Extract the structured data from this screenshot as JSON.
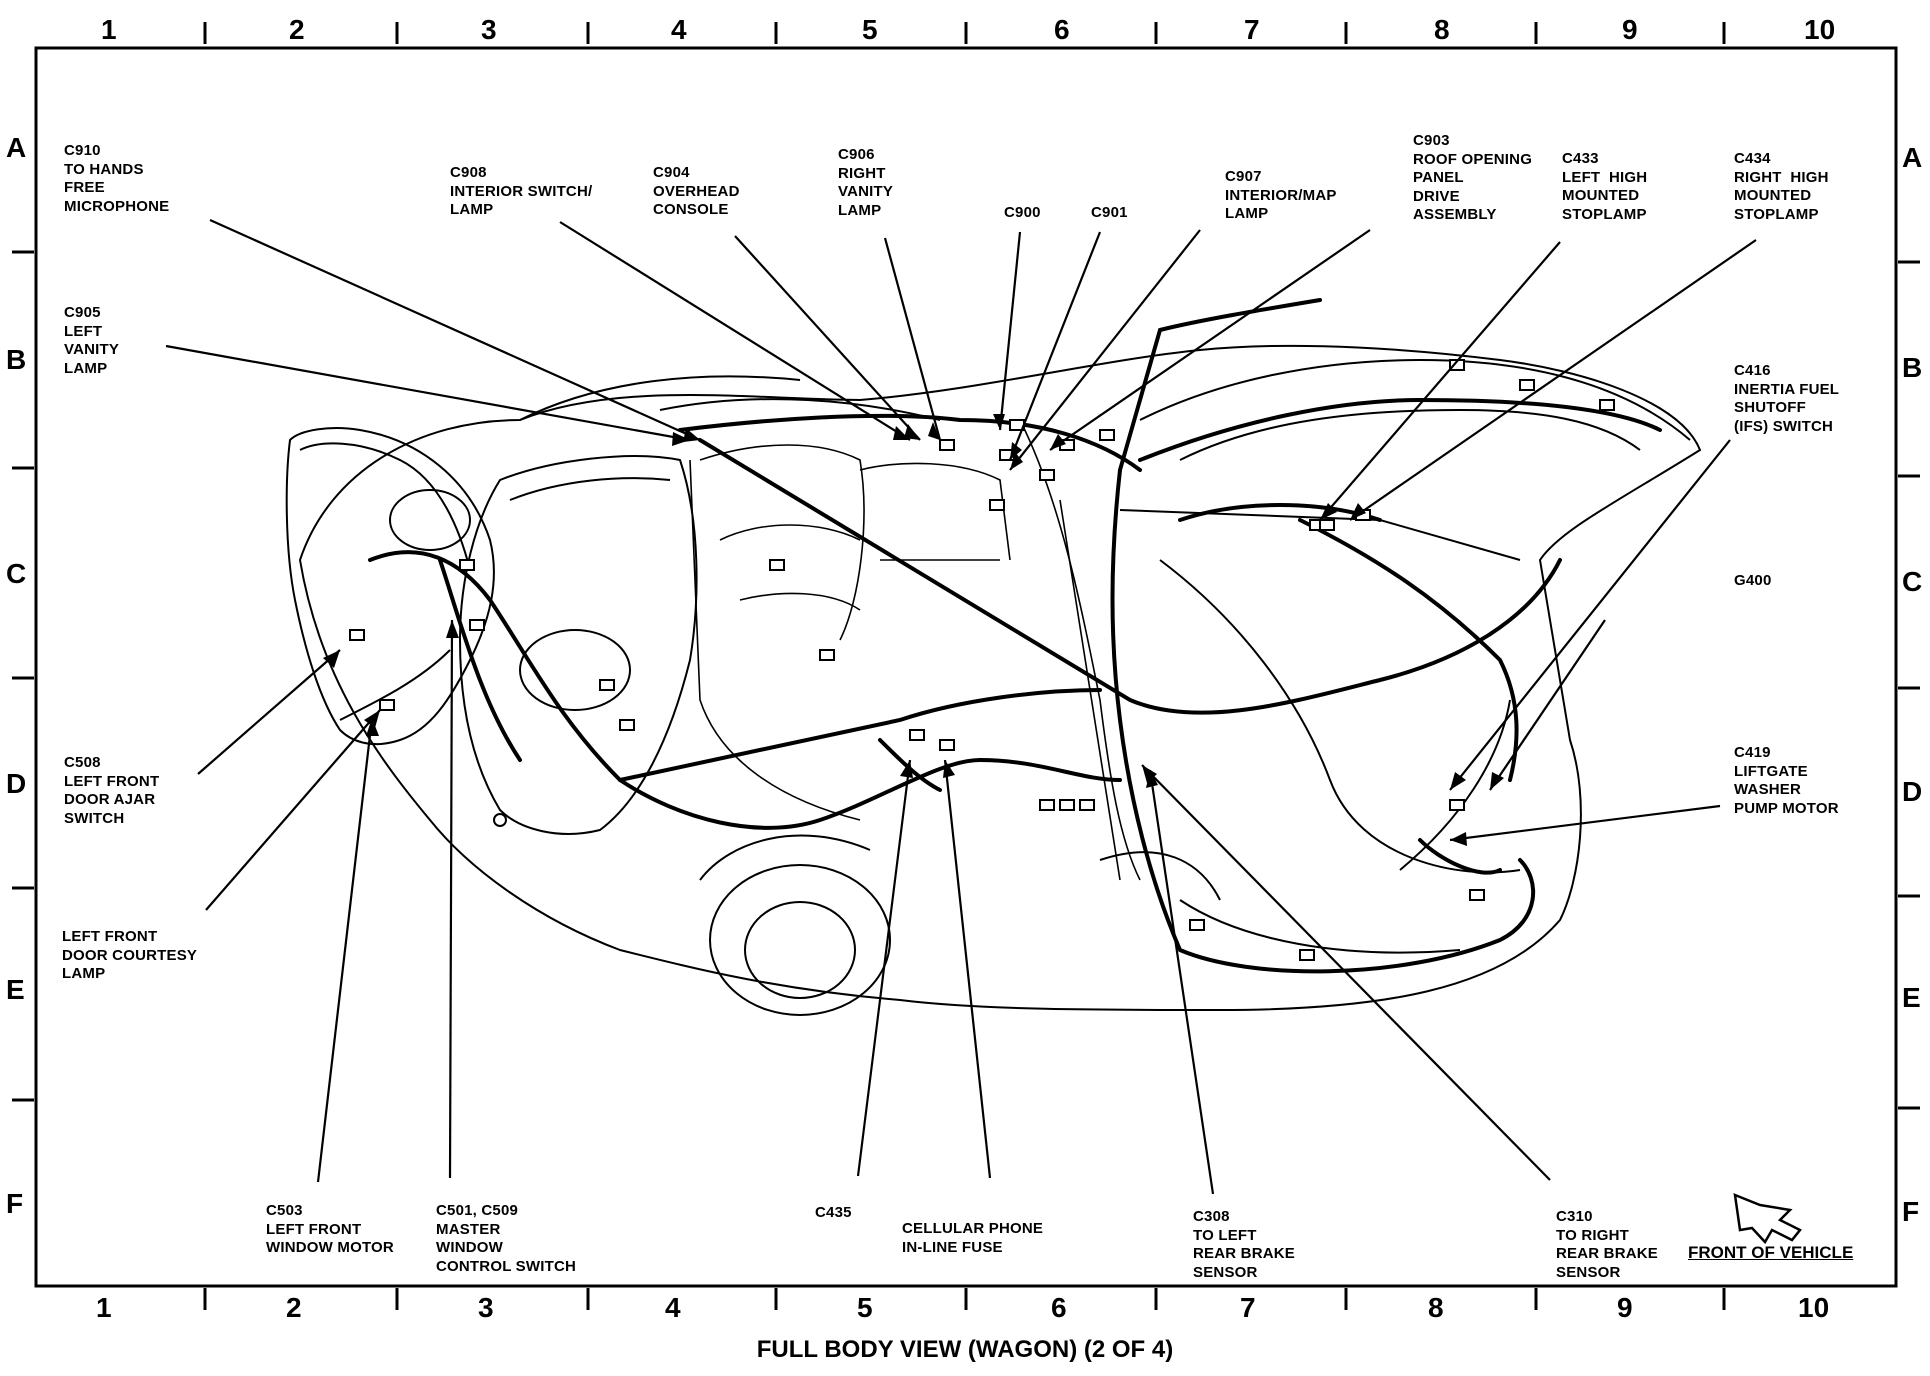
{
  "diagram": {
    "caption": "FULL BODY VIEW (WAGON) (2 OF 4)",
    "front_of_vehicle_label": "FRONT OF VEHICLE",
    "column_labels": [
      "1",
      "2",
      "3",
      "4",
      "5",
      "6",
      "7",
      "8",
      "9",
      "10"
    ],
    "row_labels": [
      "A",
      "B",
      "C",
      "D",
      "E",
      "F"
    ],
    "callouts": {
      "c910": "C910\nTO HANDS\nFREE\nMICROPHONE",
      "c908": "C908\nINTERIOR SWITCH/\nLAMP",
      "c904": "C904\nOVERHEAD\nCONSOLE",
      "c906": "C906\nRIGHT\nVANITY\nLAMP",
      "c900": "C900",
      "c901": "C901",
      "c907": "C907\nINTERIOR/MAP\nLAMP",
      "c903": "C903\nROOF OPENING\nPANEL\nDRIVE\nASSEMBLY",
      "c433": "C433\nLEFT  HIGH\nMOUNTED\nSTOPLAMP",
      "c434": "C434\nRIGHT  HIGH\nMOUNTED\nSTOPLAMP",
      "c905": "C905\nLEFT\nVANITY\nLAMP",
      "c416": "C416\nINERTIA FUEL\nSHUTOFF\n(IFS) SWITCH",
      "g400": "G400",
      "c508": "C508\nLEFT FRONT\nDOOR AJAR\nSWITCH",
      "c419": "C419\nLIFTGATE\nWASHER\nPUMP MOTOR",
      "courtesy": "LEFT FRONT\nDOOR COURTESY\nLAMP",
      "c503": "C503\nLEFT FRONT\nWINDOW MOTOR",
      "c501": "C501, C509\nMASTER\nWINDOW\nCONTROL SWITCH",
      "c435": "C435",
      "fuse": "CELLULAR PHONE\nIN-LINE FUSE",
      "c308": "C308\nTO LEFT\nREAR BRAKE\nSENSOR",
      "c310": "C310\nTO RIGHT\nREAR BRAKE\nSENSOR"
    }
  }
}
